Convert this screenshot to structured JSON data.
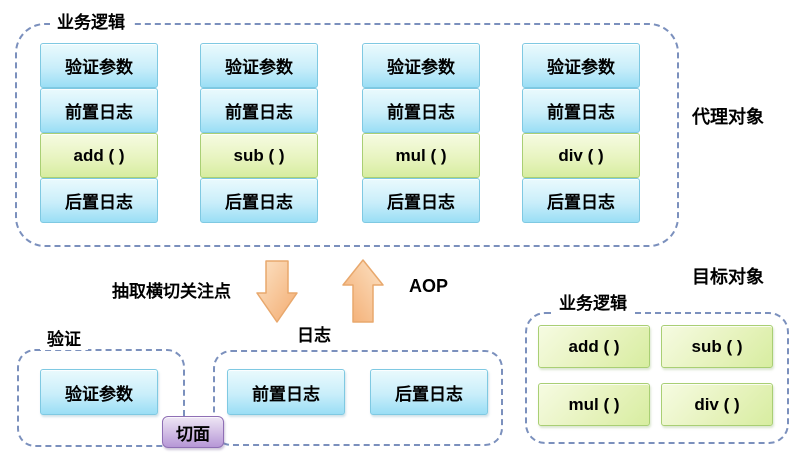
{
  "proxy": {
    "container_label": "业务逻辑",
    "side_label": "代理对象",
    "columns": [
      {
        "cells": [
          {
            "text": "验证参数"
          },
          {
            "text": "前置日志"
          },
          {
            "text": "add ( )"
          },
          {
            "text": "后置日志"
          }
        ]
      },
      {
        "cells": [
          {
            "text": "验证参数"
          },
          {
            "text": "前置日志"
          },
          {
            "text": "sub ( )"
          },
          {
            "text": "后置日志"
          }
        ]
      },
      {
        "cells": [
          {
            "text": "验证参数"
          },
          {
            "text": "前置日志"
          },
          {
            "text": "mul ( )"
          },
          {
            "text": "后置日志"
          }
        ]
      },
      {
        "cells": [
          {
            "text": "验证参数"
          },
          {
            "text": "前置日志"
          },
          {
            "text": "div ( )"
          },
          {
            "text": "后置日志"
          }
        ]
      }
    ]
  },
  "transform": {
    "extract_label": "抽取横切关注点",
    "aop_label": "AOP"
  },
  "validation_group": {
    "label": "验证",
    "items": [
      "验证参数"
    ]
  },
  "logging_group": {
    "label": "日志",
    "items": [
      "前置日志",
      "后置日志"
    ]
  },
  "aspect_badge": {
    "label": "切面"
  },
  "target": {
    "side_label": "目标对象",
    "container_label": "业务逻辑",
    "methods": [
      "add ( )",
      "sub ( )",
      "mul ( )",
      "div ( )"
    ]
  },
  "colors": {
    "dash_border": "#7b90bd",
    "blue_box_top": "#eafafd",
    "blue_box_bottom": "#9adef5",
    "blue_box_border": "#7fc9e2",
    "green_box_top": "#f6fbe2",
    "green_box_bottom": "#d7eda0",
    "green_box_border": "#a9cf74",
    "purple_box_top": "#eee6f5",
    "purple_box_bottom": "#b697d6",
    "purple_box_border": "#8f6fb5",
    "arrow_light": "#fbdcba",
    "arrow_dark": "#f3ab6f",
    "arrow_border": "#e8a86d"
  }
}
